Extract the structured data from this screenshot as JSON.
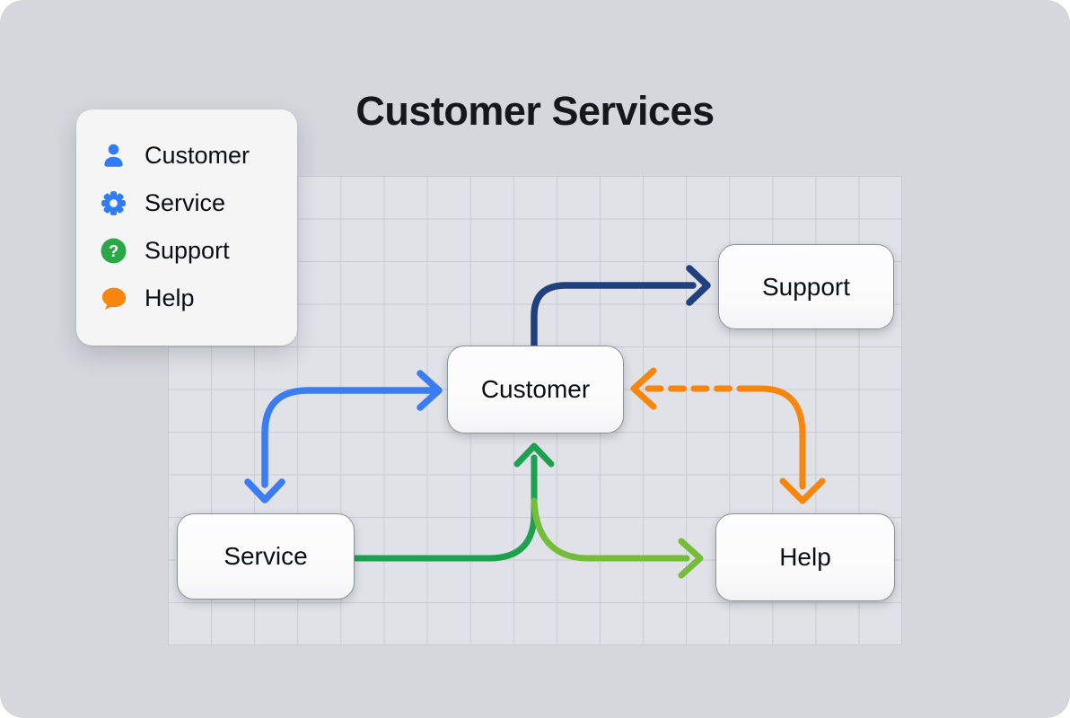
{
  "app": {
    "title": "Customer Services"
  },
  "legend": {
    "items": [
      {
        "label": "Customer",
        "icon": "person-icon",
        "color": "#2e7cf6"
      },
      {
        "label": "Service",
        "icon": "gear-icon",
        "color": "#2e7cf6"
      },
      {
        "label": "Support",
        "icon": "question-circle-icon",
        "color": "#2ba846"
      },
      {
        "label": "Help",
        "icon": "chat-bubble-icon",
        "color": "#f6860d"
      }
    ],
    "question_glyph": "?"
  },
  "nodes": {
    "support": {
      "label": "Support"
    },
    "customer": {
      "label": "Customer"
    },
    "service": {
      "label": "Service"
    },
    "help": {
      "label": "Help"
    }
  },
  "edges": [
    {
      "id": "customer-to-support",
      "from": "Customer",
      "to": "Support",
      "style": "solid",
      "color": "#21407e"
    },
    {
      "id": "customer-service-two-way",
      "from": "Customer",
      "to": "Service",
      "style": "solid",
      "bidirectional": true,
      "color": "#3c7cf2"
    },
    {
      "id": "service-to-customer",
      "from": "Service",
      "to": "Customer",
      "style": "solid",
      "color": "#1da150"
    },
    {
      "id": "service-to-help",
      "from": "Service",
      "to": "Help",
      "style": "solid",
      "color": "#74bc3a"
    },
    {
      "id": "help-to-customer",
      "from": "Help",
      "to": "Customer",
      "style": "dashed",
      "color": "#f6860d"
    }
  ],
  "colors": {
    "background": "#d5d7dd",
    "grid_fill": "#e0e2e7",
    "grid_line": "#c9cbd2",
    "node_fill": "#fbfbfc",
    "node_border": "#8c8f95",
    "panel_fill": "#f5f5f6",
    "title_color": "#15171b"
  }
}
